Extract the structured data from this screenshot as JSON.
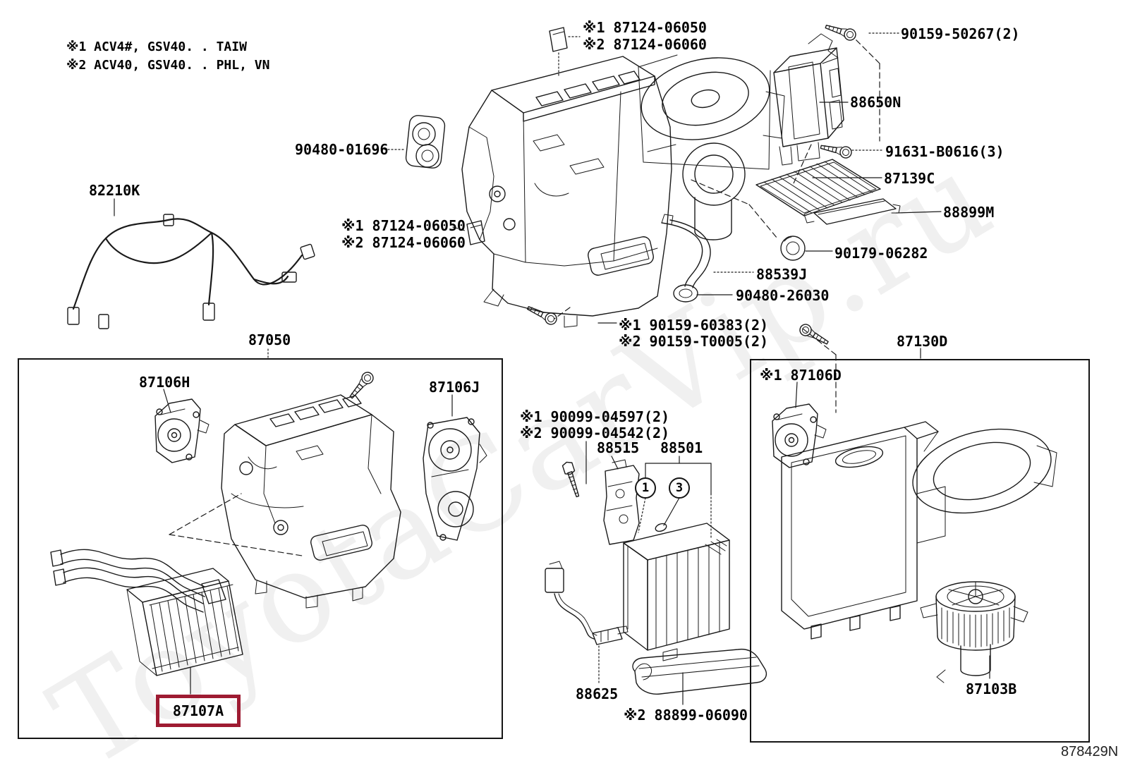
{
  "watermark": "ToyotaCarVip.ru",
  "doc_number": "878429N",
  "colors": {
    "highlight": "#9e1b32",
    "line": "#1a1a1a",
    "watermark": "#f0f0f0"
  },
  "legend": {
    "line1": "※1 ACV4#, GSV40. . TAIW",
    "line2": "※2 ACV40, GSV40. . PHL, VN"
  },
  "labels": {
    "clip_top_1": "※1 87124-06050",
    "clip_top_2": "※2 87124-06060",
    "screw_top_right": "90159-50267(2)",
    "amplifier": "88650N",
    "grommet_front": "90480-01696",
    "screw_filter": "91631-B0616(3)",
    "filter": "87139C",
    "holder": "88899M",
    "harness": "82210K",
    "clip_mid_1": "※1 87124-06050",
    "clip_mid_2": "※2 87124-06060",
    "grommet_rear": "90179-06282",
    "hose": "88539J",
    "grommet_hose": "90480-26030",
    "screw_unit_1": "※1 90159-60383(2)",
    "screw_unit_2": "※2 90159-T0005(2)",
    "unit_assembly": "87050",
    "servo_h": "87106H",
    "servo_j": "87106J",
    "blower_assembly": "87130D",
    "servo_d": "※1 87106D",
    "bolt_1": "※1 90099-04597(2)",
    "bolt_2": "※2 90099-04542(2)",
    "valve": "88515",
    "evaporator": "88501",
    "tube": "88625",
    "drain": "※2 88899-06090",
    "blower_motor": "87103B",
    "heater_core": "87107A"
  },
  "callouts": [
    "1",
    "3"
  ]
}
